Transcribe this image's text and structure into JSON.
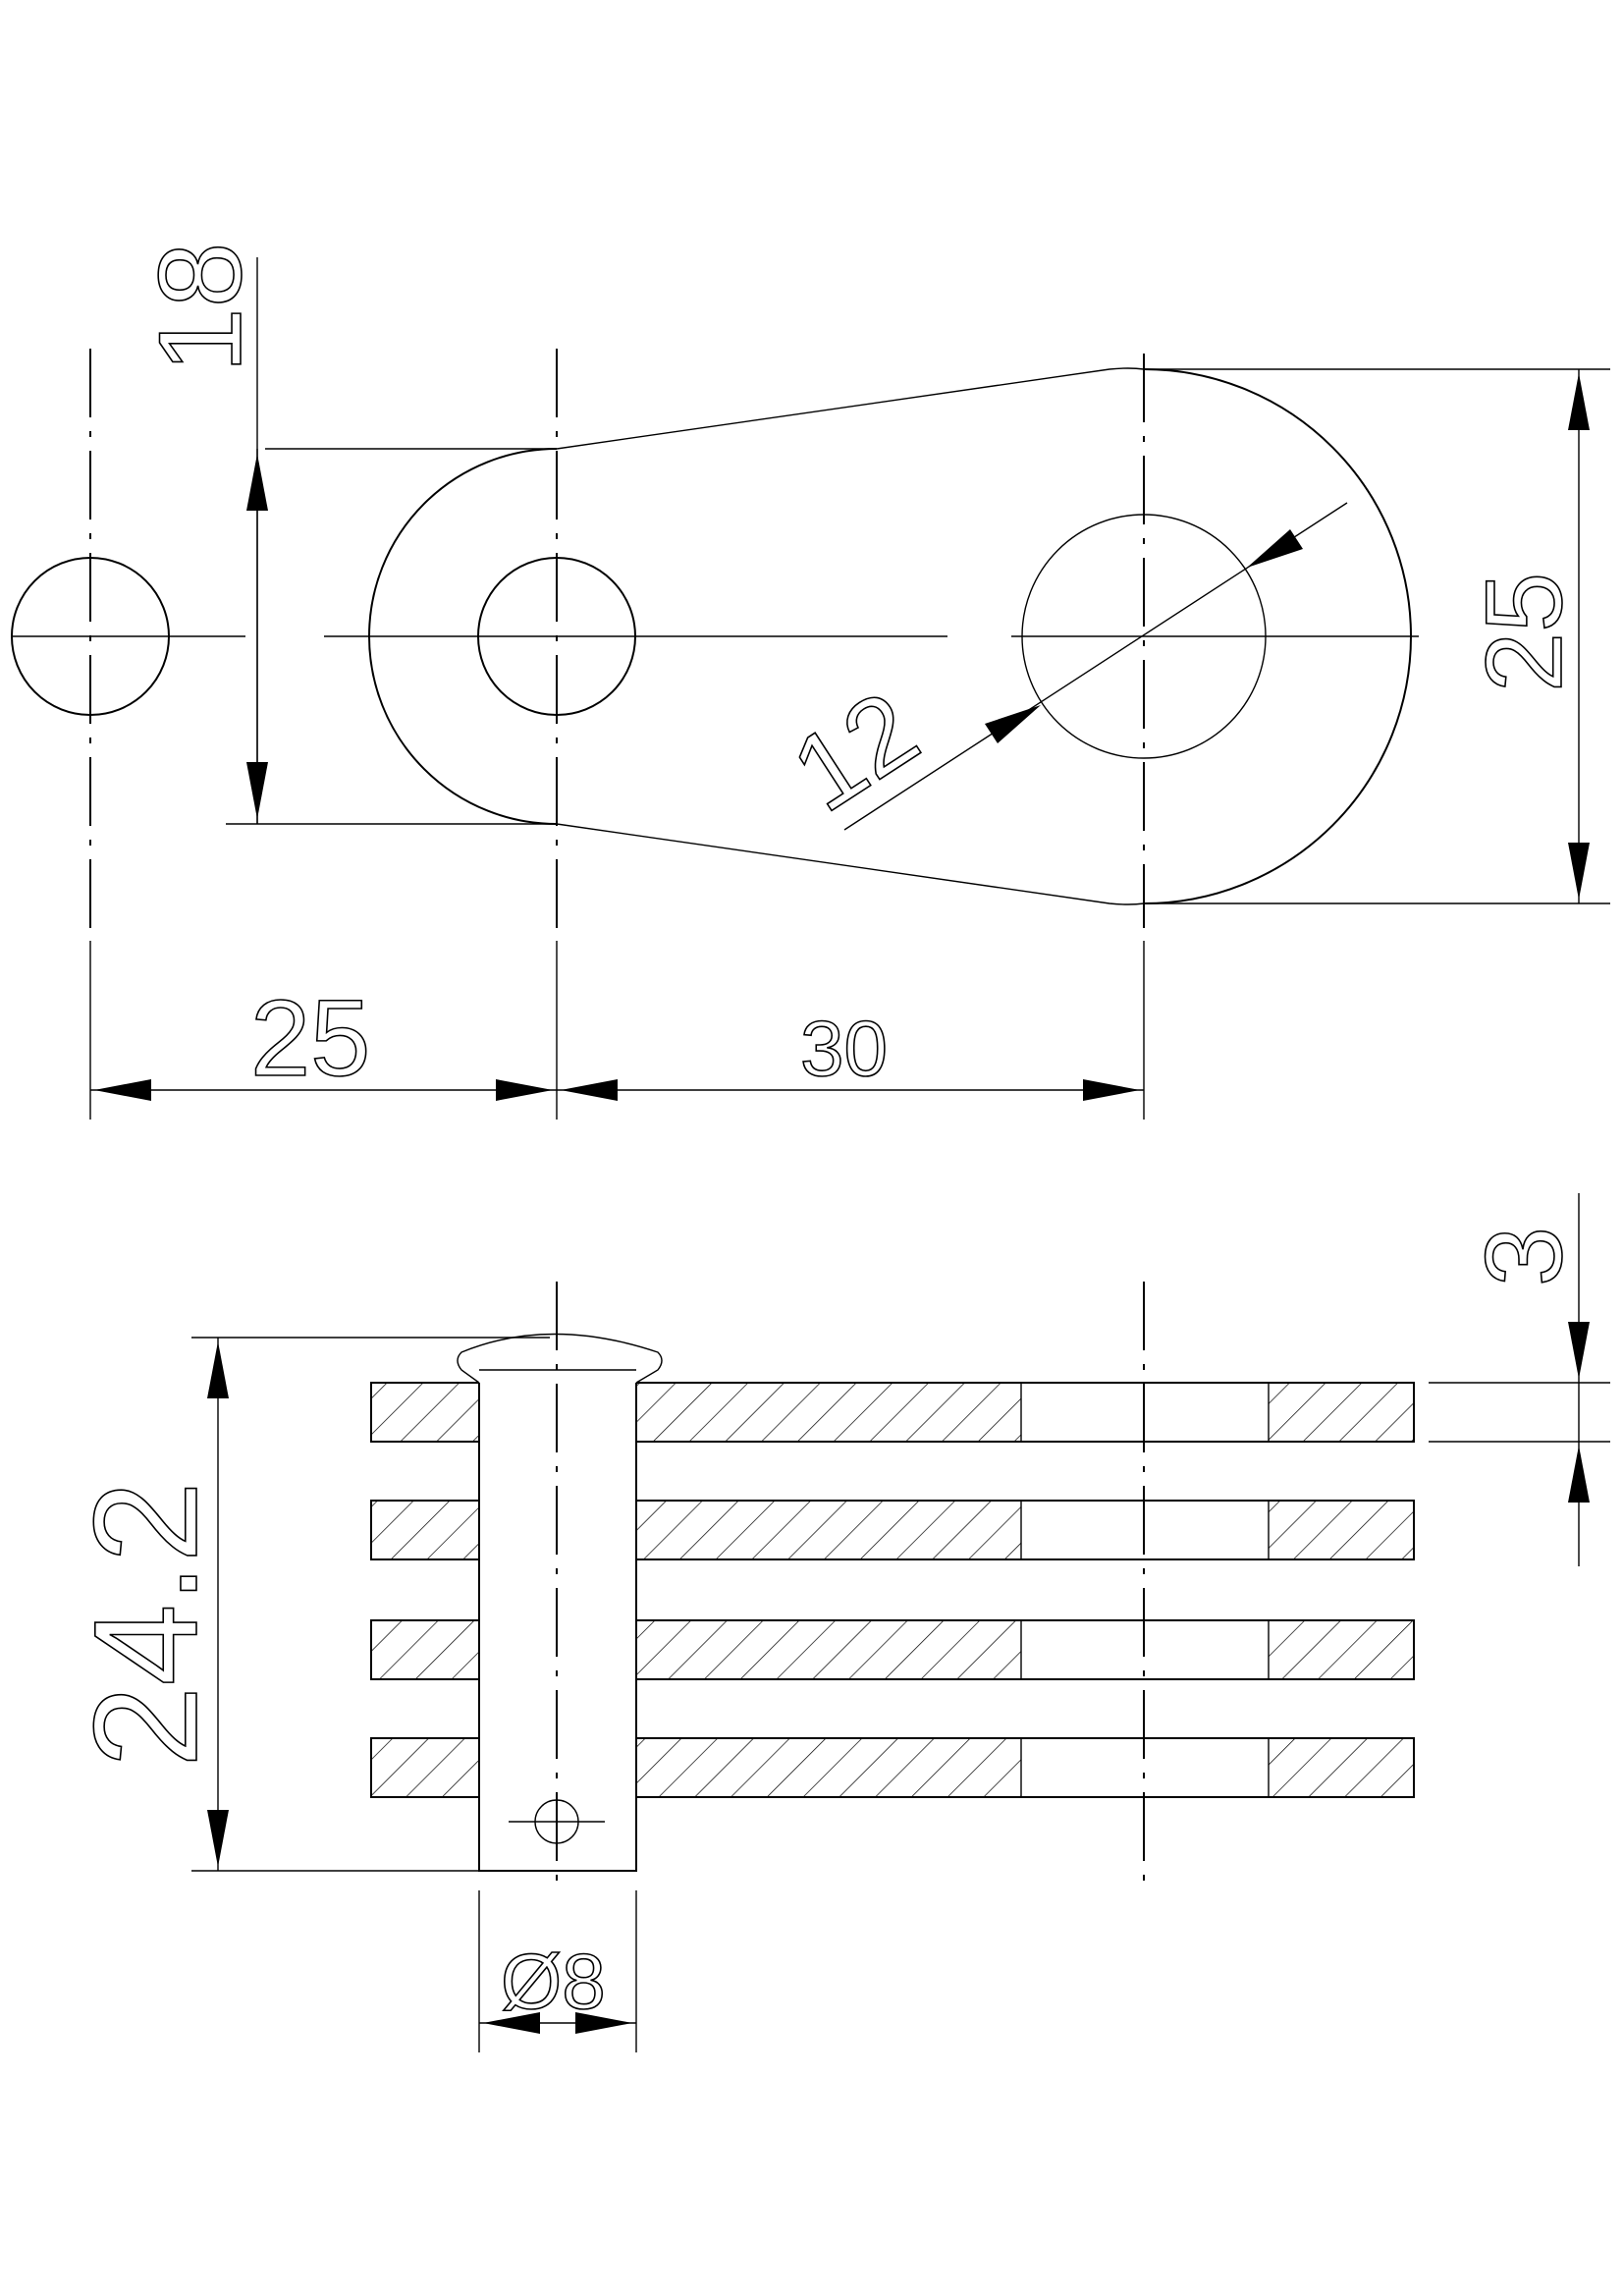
{
  "drawing": {
    "top_view": {
      "dim_18": "18",
      "dim_25_vertical": "25",
      "dim_12_diameter": "12",
      "dim_25_horizontal": "25",
      "dim_30": "30"
    },
    "side_view": {
      "dim_3": "3",
      "dim_24_2": "24.2",
      "dim_phi8": "Ø8"
    }
  }
}
